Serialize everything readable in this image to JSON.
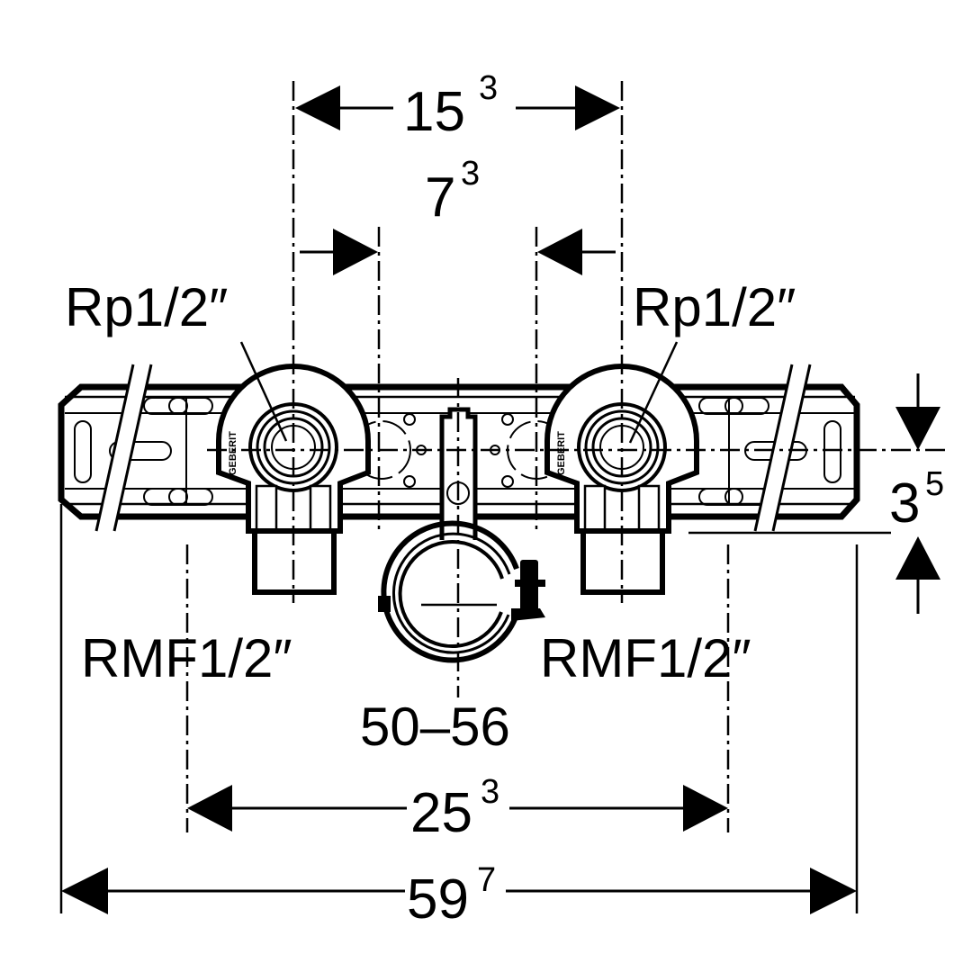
{
  "diagram": {
    "title": "Mounting plate with two elbow fittings and pipe clamp — dimension drawing",
    "colors": {
      "line": "#000000",
      "background": "#ffffff"
    },
    "dimensions": {
      "top_outer": {
        "main": "15",
        "sup": "3"
      },
      "top_inner": {
        "main": "7",
        "sup": "3"
      },
      "right_height": {
        "main": "3",
        "sup": "5"
      },
      "bottom_inner": {
        "main": "25",
        "sup": "3"
      },
      "bottom_outer": {
        "main": "59",
        "sup": "7"
      }
    },
    "labels": {
      "left_top_thread": "Rp1/2″",
      "right_top_thread": "Rp1/2″",
      "left_bottom_thread": "RMF1/2″",
      "right_bottom_thread": "RMF1/2″",
      "clamp_range": "50–56"
    },
    "components": {
      "fitting_brand_text": "GEBERIT"
    }
  }
}
